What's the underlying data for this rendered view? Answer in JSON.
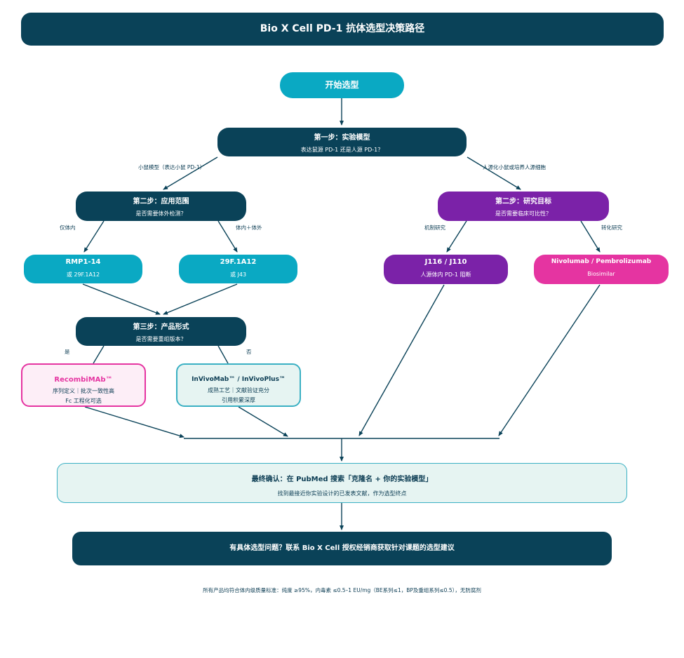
{
  "title": "Bio X Cell PD-1 抗体选型决策路径",
  "start": "开始选型",
  "step1": {
    "title": "第一步：实验模型",
    "question": "表达鼠源 PD-1 还是人源 PD-1？"
  },
  "edge_labels": {
    "mouse_model": "小鼠模型（表达小鼠 PD-1）",
    "humanized": "人源化小鼠或培养人源细胞",
    "in_vivo_only": "仅体内",
    "in_vivo_vitro": "体内＋体外",
    "mechanism": "机制研究",
    "translational": "转化研究",
    "yes": "是",
    "no": "否"
  },
  "step2a": {
    "title": "第二步：应用范围",
    "question": "是否需要体外检测？"
  },
  "step2b": {
    "title": "第二步：研究目标",
    "question": "是否需要临床可比性？"
  },
  "products": {
    "rmp1": {
      "name": "RMP1-14",
      "note": "或 29F.1A12"
    },
    "f29": {
      "name": "29F.1A12",
      "note": "或 J43"
    },
    "j116": {
      "name": "J116 / J110",
      "note": "人源体内 PD-1 阻断"
    },
    "nivo": {
      "name": "Nivolumab / Pembrolizumab",
      "note": "Biosimilar"
    }
  },
  "step3": {
    "title": "第三步：产品形式",
    "question": "是否需要重组版本？"
  },
  "recombimab": {
    "name": "RecombiMAb™",
    "line1": "序列定义｜批次一致性高",
    "line2": "Fc 工程化可选"
  },
  "invivomab": {
    "name": "InVivoMab™ / InVivoPlus™",
    "line1": "成熟工艺｜文献验证充分",
    "line2": "引用积累深厚"
  },
  "final": {
    "title": "最终确认：在 PubMed 搜索「克隆名 + 你的实验模型」",
    "sub": "找到最接近你实验设计的已发表文献，作为选型终点"
  },
  "contact": "有具体选型问题？联系 Bio X Cell 授权经销商获取针对课题的选型建议",
  "footnote": "所有产品均符合体内级质量标准：纯度 ≥95%，内毒素 ≤0.5–1 EU/mg（BE系列≤1，BP及重组系列≤0.5），无防腐剂",
  "colors": {
    "dark": "#0a4258",
    "cyan": "#0aa9c3",
    "purple": "#7b22a8",
    "pink": "#e534a1",
    "light_teal": "#e6f4f2"
  }
}
